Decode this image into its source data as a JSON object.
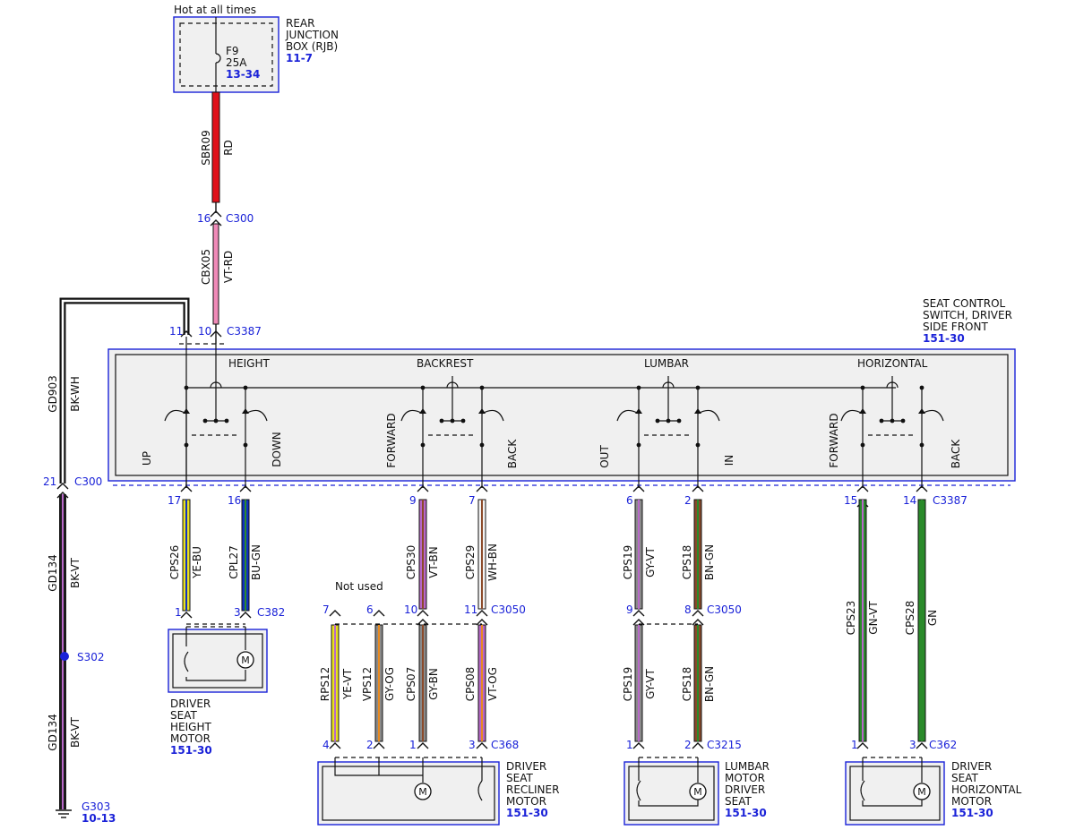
{
  "rjb": {
    "hot_note": "Hot at all times",
    "name_lines": [
      "REAR",
      "JUNCTION",
      "BOX (RJB)"
    ],
    "page_ref": "11-7",
    "fuse_id": "F9",
    "fuse_rating": "25A",
    "fuse_ref": "13-34"
  },
  "switch": {
    "name_lines": [
      "SEAT CONTROL",
      "SWITCH, DRIVER",
      "SIDE FRONT"
    ],
    "page_ref": "151-30",
    "sections": [
      "HEIGHT",
      "BACKREST",
      "LUMBAR",
      "HORIZONTAL"
    ],
    "positions": [
      "UP",
      "DOWN",
      "FORWARD",
      "BACK",
      "OUT",
      "IN",
      "FORWARD",
      "BACK"
    ]
  },
  "connectors": {
    "c300": "C300",
    "c3387": "C3387",
    "c3387_bottom": "C3387",
    "c382": "C382",
    "c3050_left": "C3050",
    "c3050_right": "C3050",
    "c368": "C368",
    "c3215": "C3215",
    "c362": "C362",
    "c300_ground": "C300"
  },
  "pins": {
    "feed_top": "16",
    "feed_bottom": "10",
    "ground_top": "11",
    "ground_c300": "21",
    "sw": [
      "17",
      "16",
      "9",
      "7",
      "6",
      "2",
      "15",
      "14"
    ],
    "c382": [
      "1",
      "3"
    ],
    "c3050_left": [
      "7",
      "6",
      "10",
      "11"
    ],
    "c3050_right": [
      "9",
      "8"
    ],
    "c368": [
      "4",
      "2",
      "1",
      "3"
    ],
    "c3215": [
      "1",
      "2"
    ],
    "c362": [
      "1",
      "3"
    ]
  },
  "wires": {
    "feed1": {
      "circuit": "SBR09",
      "color": "RD"
    },
    "feed2": {
      "circuit": "CBX05",
      "color": "VT-RD"
    },
    "gnd1": {
      "circuit": "GD903",
      "color": "BK-WH"
    },
    "gnd2": {
      "circuit": "GD134",
      "color": "BK-VT"
    },
    "gnd3": {
      "circuit": "GD134",
      "color": "BK-VT"
    },
    "h_up": {
      "circuit": "CPS26",
      "color": "YE-BU"
    },
    "h_dn": {
      "circuit": "CPL27",
      "color": "BU-GN"
    },
    "b_fw": {
      "circuit": "CPS30",
      "color": "VT-BN"
    },
    "b_bk": {
      "circuit": "CPS29",
      "color": "WH-BN"
    },
    "l_out": {
      "circuit": "CPS19",
      "color": "GY-VT"
    },
    "l_in": {
      "circuit": "CPS18",
      "color": "BN-GN"
    },
    "r1": {
      "circuit": "RPS12",
      "color": "YE-VT"
    },
    "r2": {
      "circuit": "VPS12",
      "color": "GY-OG"
    },
    "r3": {
      "circuit": "CPS07",
      "color": "GY-BN"
    },
    "r4": {
      "circuit": "CPS08",
      "color": "VT-OG"
    },
    "l_out2": {
      "circuit": "CPS19",
      "color": "GY-VT"
    },
    "l_in2": {
      "circuit": "CPS18",
      "color": "BN-GN"
    },
    "hz_fw": {
      "circuit": "CPS23",
      "color": "GN-VT"
    },
    "hz_bk": {
      "circuit": "CPS28",
      "color": "GN"
    }
  },
  "not_used": "Not used",
  "splice": "S302",
  "ground": {
    "id": "G303",
    "page_ref": "10-13"
  },
  "motors": {
    "height": {
      "lines": [
        "DRIVER",
        "SEAT",
        "HEIGHT",
        "MOTOR"
      ],
      "page_ref": "151-30"
    },
    "recliner": {
      "lines": [
        "DRIVER",
        "SEAT",
        "RECLINER",
        "MOTOR"
      ],
      "page_ref": "151-30"
    },
    "lumbar": {
      "lines": [
        "LUMBAR",
        "MOTOR",
        "DRIVER",
        "SEAT"
      ],
      "page_ref": "151-30"
    },
    "horizontal": {
      "lines": [
        "DRIVER",
        "SEAT",
        "HORIZONTAL",
        "MOTOR"
      ],
      "page_ref": "151-30"
    }
  },
  "wire_colors": {
    "RD": "#e0101a",
    "VT": "#b868c8",
    "PK": "#f08ab8",
    "BK": "#1a1a1a",
    "WH": "#f4f4f4",
    "YE": "#e8e020",
    "BU": "#1030c0",
    "BN": "#8b4a2a",
    "GY": "#8a8a8a",
    "GN": "#2a8a2a",
    "OG": "#e88a20"
  },
  "colors": {
    "box_border": "#1a22d8",
    "box_fill": "#f0f0f0",
    "ref_text": "#1a22d8"
  }
}
